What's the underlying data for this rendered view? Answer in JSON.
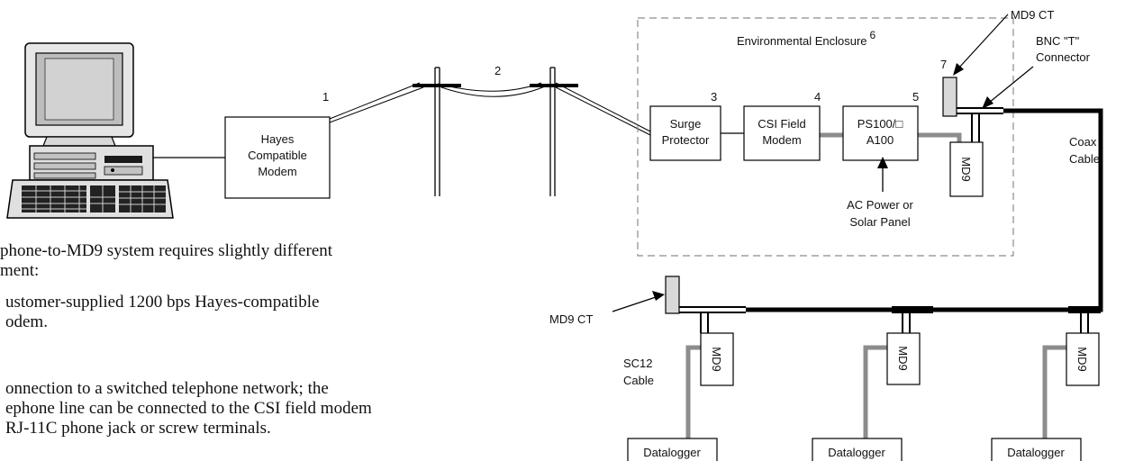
{
  "modem_box": {
    "line1": "Hayes",
    "line2": "Compatible",
    "line3": "Modem"
  },
  "line_numbers": {
    "n1": "1",
    "n2": "2",
    "n3": "3",
    "n4": "4",
    "n5": "5",
    "n7": "7"
  },
  "enclosure": {
    "label": "Environmental Enclosure",
    "sup": "6"
  },
  "boxes": {
    "surge_line1": "Surge",
    "surge_line2": "Protector",
    "csi_line1": "CSI Field",
    "csi_line2": "Modem",
    "ps_line1": "PS100/□",
    "ps_line2": "A100"
  },
  "power_note": {
    "line1": "AC Power or",
    "line2": "Solar Panel"
  },
  "callouts": {
    "md9_ct_top": "MD9 CT",
    "bnc_line1": "BNC \"T\"",
    "bnc_line2": "Connector",
    "coax_line1": "Coax",
    "coax_line2": "Cable",
    "md9_ct_left": "MD9 CT",
    "sc12_line1": "SC12",
    "sc12_line2": "Cable"
  },
  "md9_label": "MD9",
  "datalogger_label": "Datalogger",
  "body_text": {
    "line1": "phone-to-MD9 system requires slightly different",
    "line2": "ment:",
    "line3": "ustomer-supplied 1200 bps Hayes-compatible",
    "line4": "odem.",
    "line5": "onnection to a switched telephone network; the",
    "line6": "ephone line can be connected to the CSI field modem",
    "line7": "RJ-11C phone jack or screw terminals."
  },
  "colors": {
    "line": "#000000",
    "gray_cable": "#8c8c8c",
    "dash": "#8c8c8c",
    "ct_fill": "#d9d9d9"
  }
}
